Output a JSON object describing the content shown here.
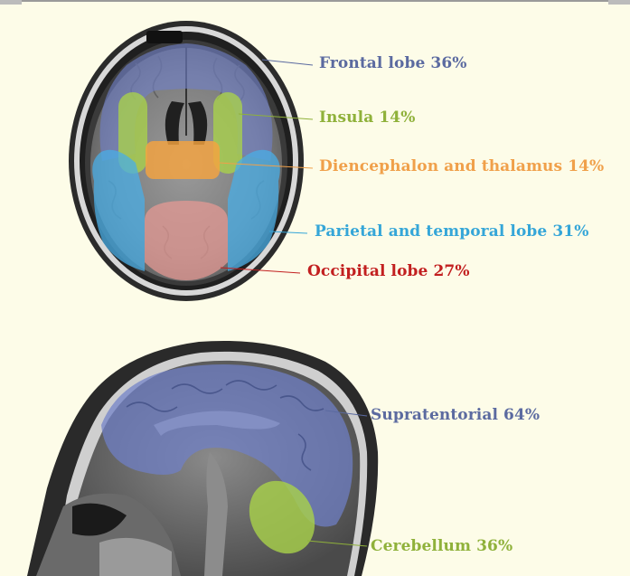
{
  "labels": {
    "frontal": {
      "text": "Frontal lobe 36%",
      "color": "#5b6aa0"
    },
    "insula": {
      "text": "Insula 14%",
      "color": "#8fb13a"
    },
    "diencephalon": {
      "text": "Diencephalon and thalamus 14%",
      "color": "#f0a04a"
    },
    "parietal": {
      "text": "Parietal and temporal lobe 31%",
      "color": "#35a6d8"
    },
    "occipital": {
      "text": "Occipital lobe 27%",
      "color": "#c21f1f"
    },
    "supratentorial": {
      "text": "Supratentorial 64%",
      "color": "#5b6aa0"
    },
    "cerebellum": {
      "text": "Cerebellum 36%",
      "color": "#8fb13a"
    }
  },
  "overlay_colors": {
    "frontal": "#6f80c8",
    "insula": "#a9d24a",
    "diencephalon": "#f5a440",
    "parietal": "#4aaee6",
    "occipital": "#e79a94",
    "supratentorial": "#6f80c8",
    "cerebellum": "#a9d24a"
  }
}
